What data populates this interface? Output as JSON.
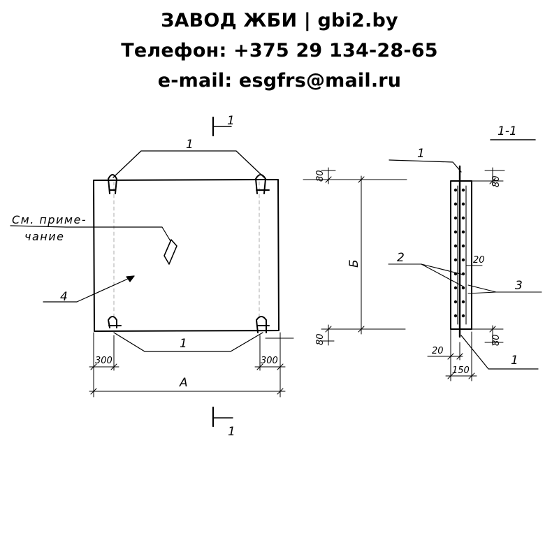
{
  "header": {
    "line1": "ЗАВОД ЖБИ | gbi2.by",
    "line2": "Телефон: +375 29 134-28-65",
    "line3": "e-mail: esgfrs@mail.ru"
  },
  "drawing": {
    "section_mark": "1",
    "section_title": "1-1",
    "note_line1": "См. приме-",
    "note_line2": "чание",
    "callouts": {
      "loop_top": "1",
      "loop_bottom": "1",
      "panel": "4",
      "section_loop_top": "1",
      "section_loop_bottom": "1",
      "rebar": "2",
      "mesh": "3"
    },
    "dims": {
      "width": "А",
      "height": "Б",
      "left_offset": "300",
      "right_offset": "300",
      "top_offset": "80",
      "bottom_offset": "80",
      "sec_top": "80",
      "sec_bottom": "80",
      "sec_cover": "20",
      "sec_inner": "20",
      "sec_thickness": "150"
    }
  }
}
